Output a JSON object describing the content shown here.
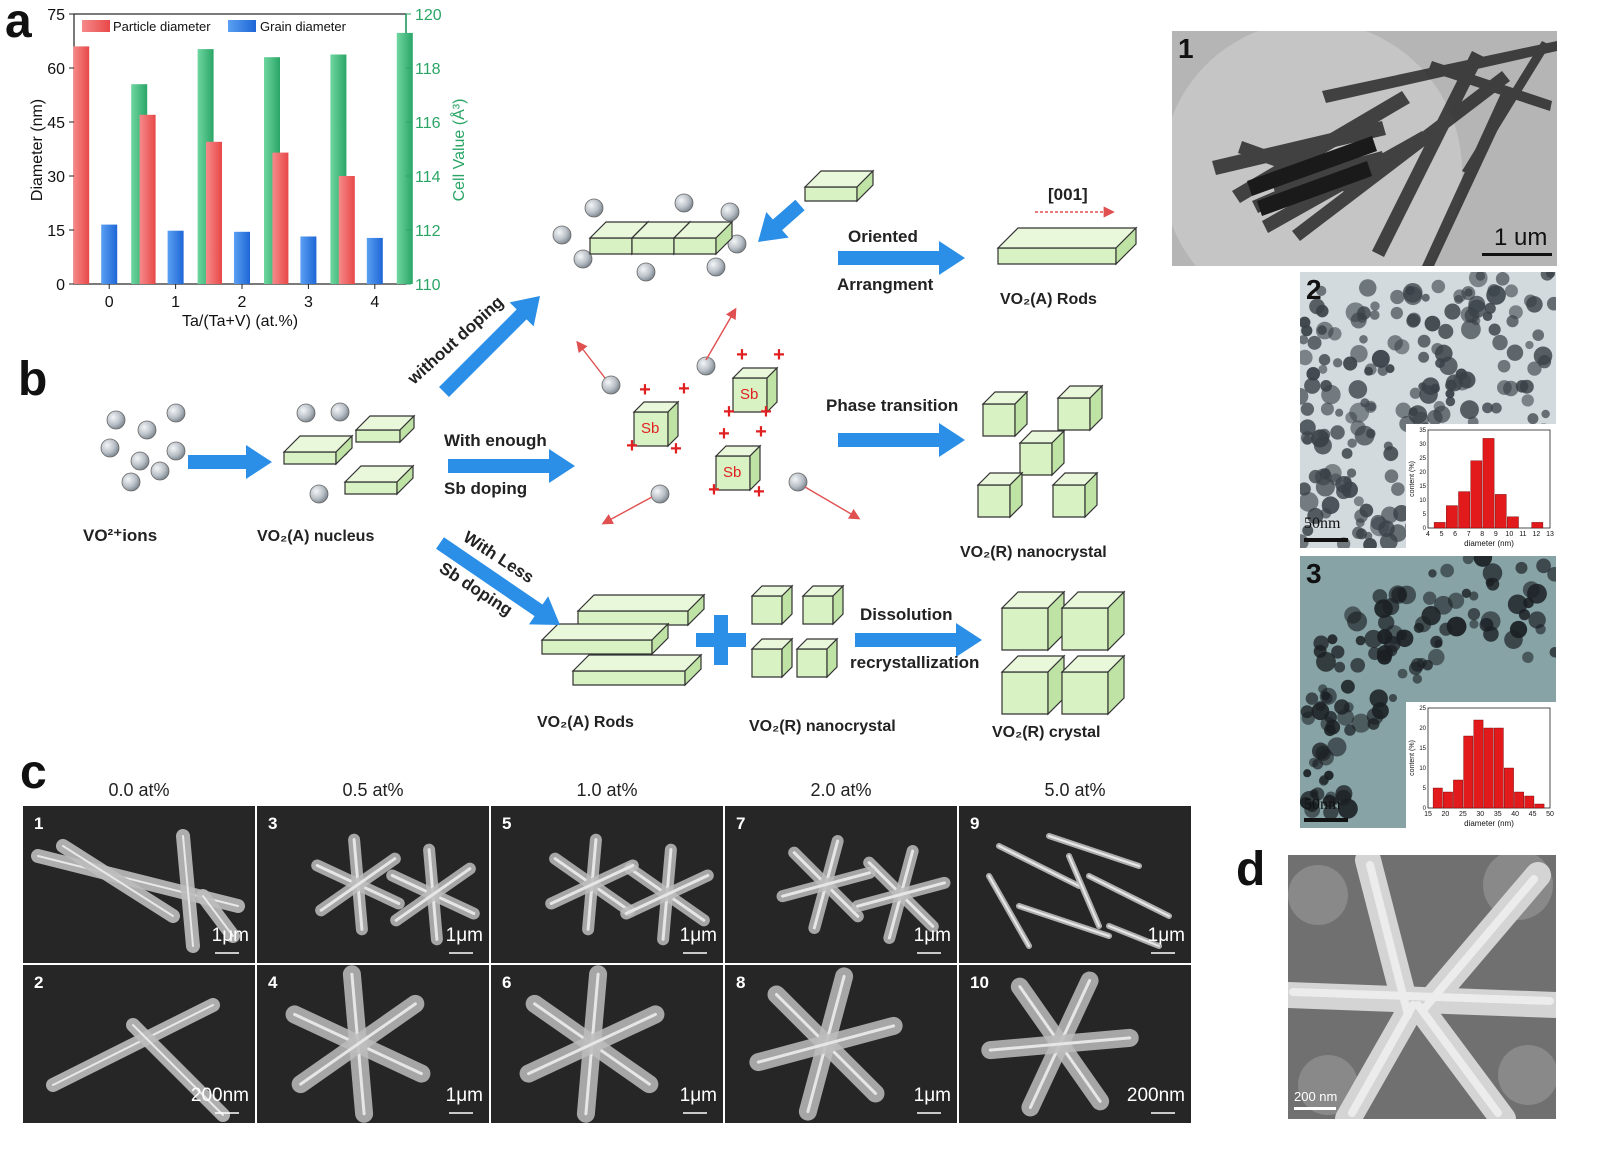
{
  "panels": {
    "a": "a",
    "b": "b",
    "c": "c",
    "d": "d"
  },
  "chart_data": {
    "type": "bar",
    "categories": [
      "0",
      "1",
      "2",
      "3",
      "4"
    ],
    "series": [
      {
        "name": "Particle diameter",
        "axis": "left",
        "color": "#f0605f",
        "values": [
          66,
          47,
          39.5,
          36.5,
          30
        ]
      },
      {
        "name": "Grain diameter",
        "axis": "left",
        "color": "#2f7ee6",
        "values": [
          16.5,
          14.8,
          14.5,
          13.2,
          12.8
        ]
      },
      {
        "name": "Cell Value",
        "axis": "right",
        "color": "#3bbf7a",
        "values": [
          117.4,
          118.7,
          118.4,
          118.5,
          119.3
        ]
      }
    ],
    "xlabel": "Ta/(Ta+V) (at.%)",
    "ylabel": "Diameter (nm)",
    "y2label": "Cell Value (Å³)",
    "ylim": [
      0,
      75
    ],
    "y2lim": [
      110,
      120
    ],
    "yticks": [
      "0",
      "15",
      "30",
      "45",
      "60",
      "75"
    ],
    "y2ticks": [
      "110",
      "112",
      "114",
      "116",
      "118",
      "120"
    ],
    "legend": "top-left"
  },
  "scheme": {
    "vo2_ions": "VO²⁺ions",
    "nucleus": "VO₂(A) nucleus",
    "without_doping": "without doping",
    "with_enough": "With  enough",
    "sb_doping": "Sb doping",
    "with_less": "With Less",
    "sb_doping_2": "Sb doping",
    "sb": "Sb",
    "oriented": "Oriented",
    "arrangment": "Arrangment",
    "direction": "[001]",
    "rods_top": "VO₂(A) Rods",
    "phase_transition": "Phase transition",
    "nanocrystal_mid": "VO₂(R) nanocrystal",
    "rods_bottom": "VO₂(A) Rods",
    "nanocrystal_bottom": "VO₂(R) nanocrystal",
    "dissolution": "Dissolution",
    "recrystallization": "recrystallization",
    "crystal": "VO₂(R)  crystal",
    "colors": {
      "cube": "#d9f2c4",
      "arrow": "#2b8fe8",
      "plus": "#e02020",
      "line": "#e05050"
    }
  },
  "tem": {
    "img1": {
      "number": "1",
      "scale": "1 um"
    },
    "img2": {
      "number": "2",
      "scale": "50nm",
      "inset": {
        "type": "bar",
        "ylabel": "content (%)",
        "xlabel": "diameter (nm)",
        "xticks": [
          "4",
          "5",
          "6",
          "7",
          "8",
          "9",
          "10",
          "11",
          "12",
          "13"
        ],
        "yticks": [
          "0",
          "5",
          "10",
          "15",
          "20",
          "25",
          "30",
          "35"
        ],
        "values": [
          2,
          8,
          13,
          24,
          32,
          12,
          4,
          0,
          2
        ]
      }
    },
    "img3": {
      "number": "3",
      "scale": "50nm",
      "inset": {
        "type": "bar",
        "ylabel": "content (%)",
        "xlabel": "diameter (nm)",
        "xticks": [
          "15",
          "20",
          "25",
          "30",
          "35",
          "40",
          "45",
          "50"
        ],
        "yticks": [
          "0",
          "5",
          "10",
          "15",
          "20",
          "25"
        ],
        "values": [
          5,
          4,
          7,
          18,
          22,
          20,
          20,
          10,
          4,
          3,
          1
        ]
      }
    }
  },
  "sem": {
    "concentrations": [
      "0.0 at%",
      "0.5 at%",
      "1.0 at%",
      "2.0 at%",
      "5.0 at%"
    ],
    "top": [
      {
        "num": "1",
        "scale": "1μm"
      },
      {
        "num": "3",
        "scale": "1μm"
      },
      {
        "num": "5",
        "scale": "1μm"
      },
      {
        "num": "7",
        "scale": "1μm"
      },
      {
        "num": "9",
        "scale": "1μm"
      }
    ],
    "bottom": [
      {
        "num": "2",
        "scale": "200nm"
      },
      {
        "num": "4",
        "scale": "1μm"
      },
      {
        "num": "6",
        "scale": "1μm"
      },
      {
        "num": "8",
        "scale": "1μm"
      },
      {
        "num": "10",
        "scale": "200nm"
      }
    ]
  },
  "d_image": {
    "scale": "200 nm"
  }
}
